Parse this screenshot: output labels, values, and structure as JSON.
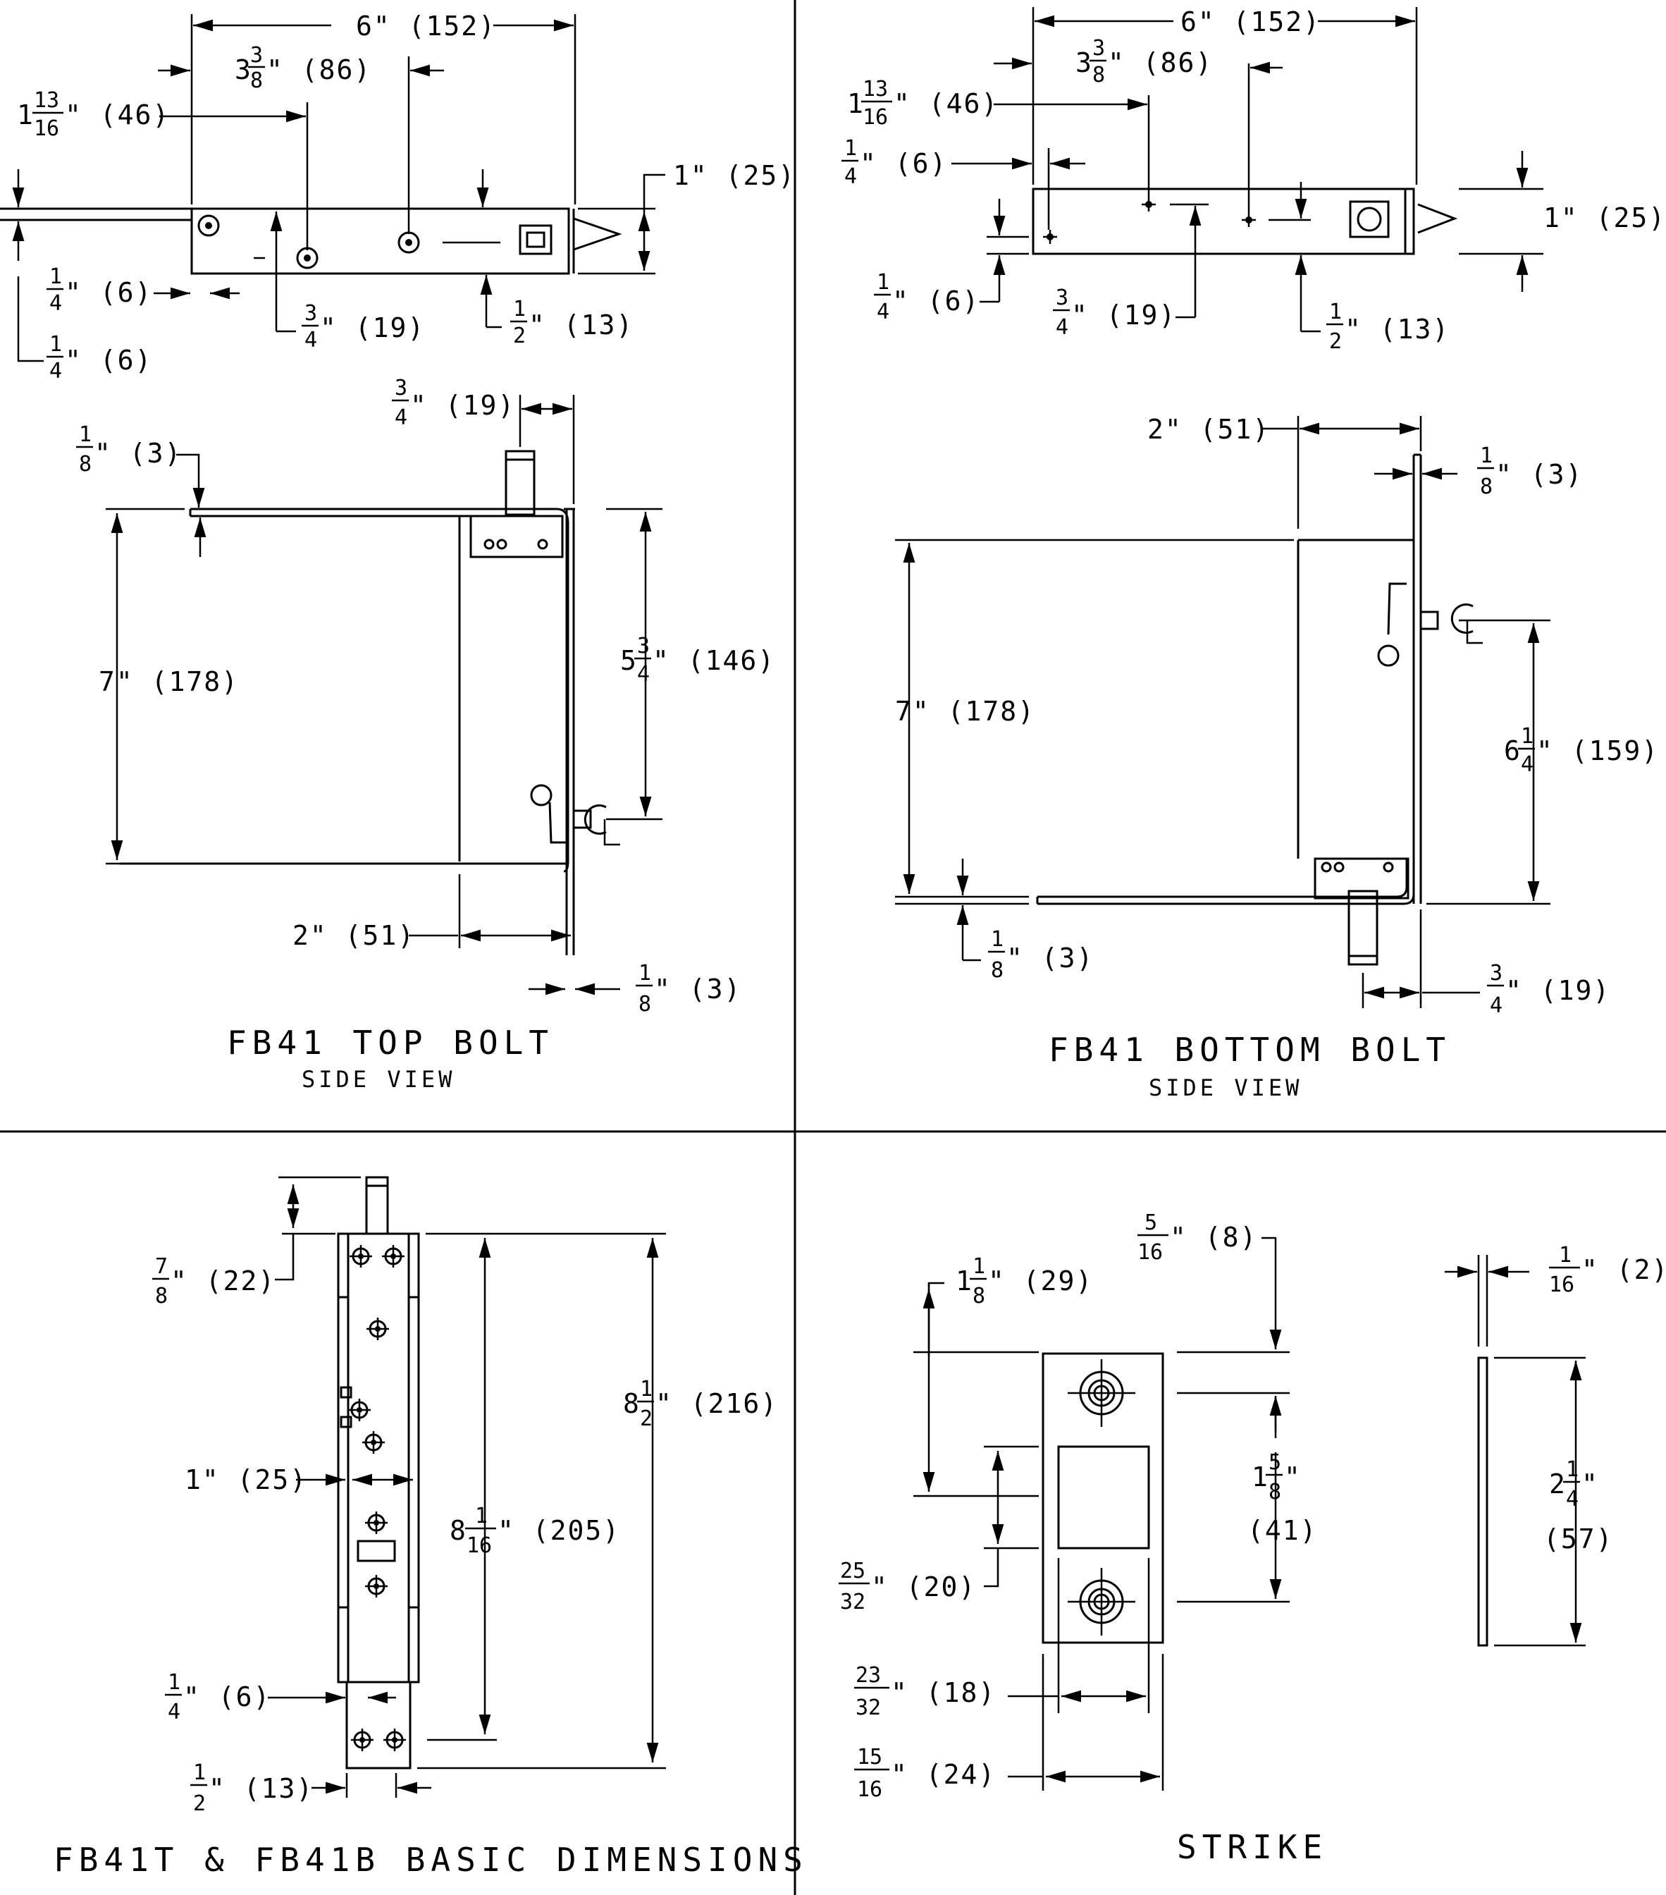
{
  "panels": {
    "top_bolt": {
      "title": "FB41 TOP BOLT",
      "subtitle": "SIDE VIEW",
      "dims": {
        "overall_len": "6\" (152)",
        "hole_1": {
          "whole": "3",
          "num": "3",
          "den": "8",
          "rest": "\" (86)"
        },
        "hole_2": {
          "whole": "1",
          "num": "13",
          "den": "16",
          "rest": "\" (46)"
        },
        "height": "1\" (25)",
        "edge_quarter_a": {
          "num": "1",
          "den": "4",
          "rest": "\" (6)"
        },
        "edge_quarter_b": {
          "num": "1",
          "den": "4",
          "rest": "\" (6)"
        },
        "hole_offset": {
          "num": "3",
          "den": "4",
          "rest": "\" (19)"
        },
        "half": {
          "num": "1",
          "den": "2",
          "rest": "\" (13)"
        },
        "rod": {
          "num": "3",
          "den": "4",
          "rest": "\" (19)"
        },
        "plate_thk": {
          "num": "1",
          "den": "8",
          "rest": "\" (3)"
        },
        "depth": "7\" (178)",
        "rise": {
          "whole": "5",
          "num": "3",
          "den": "4",
          "rest": "\" (146)"
        },
        "width": "2\" (51)",
        "flange": {
          "num": "1",
          "den": "8",
          "rest": "\" (3)"
        }
      }
    },
    "bottom_bolt": {
      "title": "FB41 BOTTOM BOLT",
      "subtitle": "SIDE VIEW",
      "dims": {
        "overall_len": "6\" (152)",
        "hole_1": {
          "whole": "3",
          "num": "3",
          "den": "8",
          "rest": "\" (86)"
        },
        "hole_2": {
          "whole": "1",
          "num": "13",
          "den": "16",
          "rest": "\" (46)"
        },
        "edge_quarter_a": {
          "num": "1",
          "den": "4",
          "rest": "\" (6)"
        },
        "height": "1\" (25)",
        "edge_quarter_b": {
          "num": "1",
          "den": "4",
          "rest": "\" (6)"
        },
        "hole_offset": {
          "num": "3",
          "den": "4",
          "rest": "\" (19)"
        },
        "half": {
          "num": "1",
          "den": "2",
          "rest": "\" (13)"
        },
        "width": "2\" (51)",
        "plate_thk": {
          "num": "1",
          "den": "8",
          "rest": "\" (3)"
        },
        "depth": "7\" (178)",
        "rise": {
          "whole": "6",
          "num": "1",
          "den": "4",
          "rest": "\" (159)"
        },
        "flange": {
          "num": "1",
          "den": "8",
          "rest": "\" (3)"
        },
        "rod": {
          "num": "3",
          "den": "4",
          "rest": "\" (19)"
        }
      }
    },
    "basic": {
      "title": "FB41T & FB41B BASIC DIMENSIONS",
      "dims": {
        "top_ext": {
          "num": "7",
          "den": "8",
          "rest": "\" (22)"
        },
        "width": "1\" (25)",
        "overall": {
          "whole": "8",
          "num": "1",
          "den": "2",
          "rest": "\" (216)"
        },
        "inner": {
          "whole": "8",
          "num": "1",
          "den": "16",
          "rest": "\" (205)"
        },
        "quarter": {
          "num": "1",
          "den": "4",
          "rest": "\" (6)"
        },
        "half": {
          "num": "1",
          "den": "2",
          "rest": "\" (13)"
        }
      }
    },
    "strike": {
      "title": "STRIKE",
      "dims": {
        "five_sixteenths": {
          "num": "5",
          "den": "16",
          "rest": "\" (8)"
        },
        "one_sixteenth": {
          "num": "1",
          "den": "16",
          "rest": "\" (2)"
        },
        "one_eighth": {
          "whole": "1",
          "num": "1",
          "den": "8",
          "rest": "\" (29)"
        },
        "hole_spacing": {
          "whole": "1",
          "num": "5",
          "den": "8",
          "rest": "\""
        },
        "hole_spacing_mm": "(41)",
        "length": {
          "whole": "2",
          "num": "1",
          "den": "4",
          "rest": "\""
        },
        "length_mm": "(57)",
        "slot": {
          "num": "25",
          "den": "32",
          "rest": "\" (20)"
        },
        "slot_w": {
          "num": "23",
          "den": "32",
          "rest": "\" (18)"
        },
        "width": {
          "num": "15",
          "den": "16",
          "rest": "\" (24)"
        }
      }
    }
  },
  "colors": {
    "ink": "#000000",
    "paper": "#ffffff"
  }
}
